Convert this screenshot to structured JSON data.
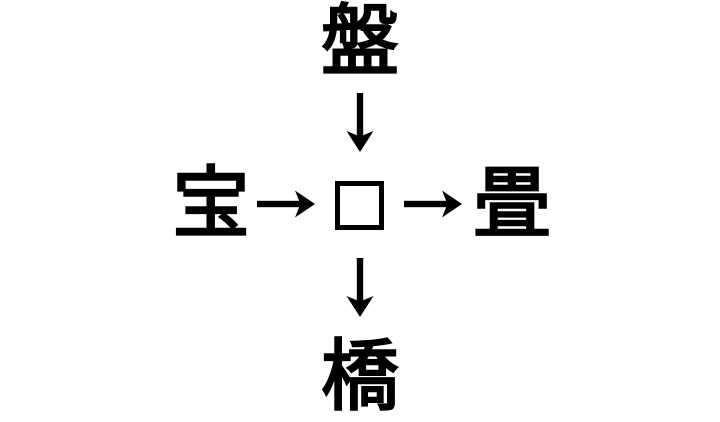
{
  "colors": {
    "background": "#ffffff",
    "ink": "#000000"
  },
  "puzzle": {
    "top_kanji": "盤",
    "left_kanji": "宝",
    "right_kanji": "畳",
    "bottom_kanji": "橋",
    "center_box": {
      "value": "",
      "shape": "empty-square-outline"
    },
    "arrows": [
      {
        "id": "top-to-center",
        "glyph": "↓"
      },
      {
        "id": "left-to-center",
        "glyph": "→"
      },
      {
        "id": "center-to-right",
        "glyph": "→"
      },
      {
        "id": "center-to-bottom",
        "glyph": "↓"
      }
    ]
  }
}
